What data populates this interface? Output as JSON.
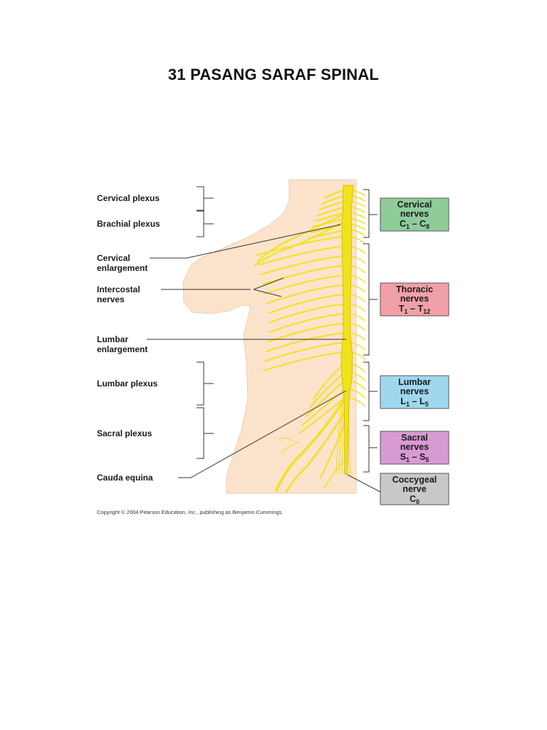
{
  "title": "31 PASANG SARAF SPINAL",
  "left_labels": [
    {
      "lines": [
        "Cervical plexus"
      ]
    },
    {
      "lines": [
        "Brachial plexus"
      ]
    },
    {
      "lines": [
        "Cervical",
        "enlargement"
      ]
    },
    {
      "lines": [
        "Intercostal",
        "nerves"
      ]
    },
    {
      "lines": [
        "Lumbar",
        "enlargement"
      ]
    },
    {
      "lines": [
        "Lumbar plexus"
      ]
    },
    {
      "lines": [
        "Sacral plexus"
      ]
    },
    {
      "lines": [
        "Cauda equina"
      ]
    }
  ],
  "right_boxes": [
    {
      "line1": "Cervical",
      "line2": "nerves",
      "range": {
        "a": "C",
        "a_sub": "1",
        "dash": " – ",
        "b": "C",
        "b_sub": "8"
      },
      "color": "#8fcc9a"
    },
    {
      "line1": "Thoracic",
      "line2": "nerves",
      "range": {
        "a": "T",
        "a_sub": "1",
        "dash": " – ",
        "b": "T",
        "b_sub": "12"
      },
      "color": "#f2a0a8"
    },
    {
      "line1": "Lumbar",
      "line2": "nerves",
      "range": {
        "a": "L",
        "a_sub": "1",
        "dash": " – ",
        "b": "L",
        "b_sub": "5"
      },
      "color": "#9fd8ee"
    },
    {
      "line1": "Sacral",
      "line2": "nerves",
      "range": {
        "a": "S",
        "a_sub": "1",
        "dash": " – ",
        "b": "S",
        "b_sub": "5"
      },
      "color": "#d89ad2"
    },
    {
      "line1": "Coccygeal",
      "line2": "nerve",
      "range": {
        "a": "C",
        "a_sub": "0",
        "dash": "",
        "b": "",
        "b_sub": ""
      },
      "color": "#c8c8c8"
    }
  ],
  "copyright": "Copyright © 2004 Pearson Education, Inc., publishing as Benjamin Cummings.",
  "colors": {
    "skin": "#fce3cc",
    "nerve": "#f2e21a",
    "nerve_edge": "#c9b400"
  }
}
